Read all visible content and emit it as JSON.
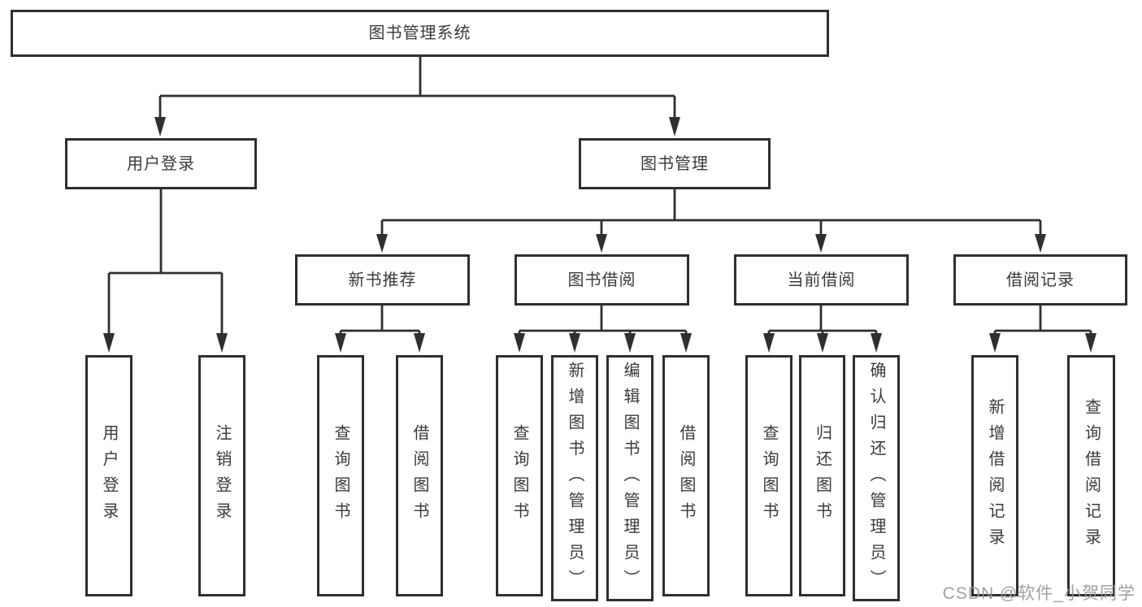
{
  "diagram_type": "hierarchy-tree",
  "tree": {
    "label": "图书管理系统",
    "children": [
      {
        "label": "用户登录",
        "children": [
          {
            "label": "用户登录"
          },
          {
            "label": "注销登录"
          }
        ]
      },
      {
        "label": "图书管理",
        "children": [
          {
            "label": "新书推荐",
            "children": [
              {
                "label": "查询图书"
              },
              {
                "label": "借阅图书"
              }
            ]
          },
          {
            "label": "图书借阅",
            "children": [
              {
                "label": "查询图书"
              },
              {
                "label": "新增图书（管理员）"
              },
              {
                "label": "编辑图书（管理员）"
              },
              {
                "label": "借阅图书"
              }
            ]
          },
          {
            "label": "当前借阅",
            "children": [
              {
                "label": "查询图书"
              },
              {
                "label": "归还图书"
              },
              {
                "label": "确认归还（管理员）"
              }
            ]
          },
          {
            "label": "借阅记录",
            "children": [
              {
                "label": "新增借阅记录"
              },
              {
                "label": "查询借阅记录"
              }
            ]
          }
        ]
      }
    ]
  },
  "watermark": {
    "text": "CSDN @软件_小贺同学"
  },
  "colors": {
    "line": "#2f2f2f",
    "text": "#3a3a3a",
    "background": "#ffffff",
    "watermark": "#989898"
  }
}
